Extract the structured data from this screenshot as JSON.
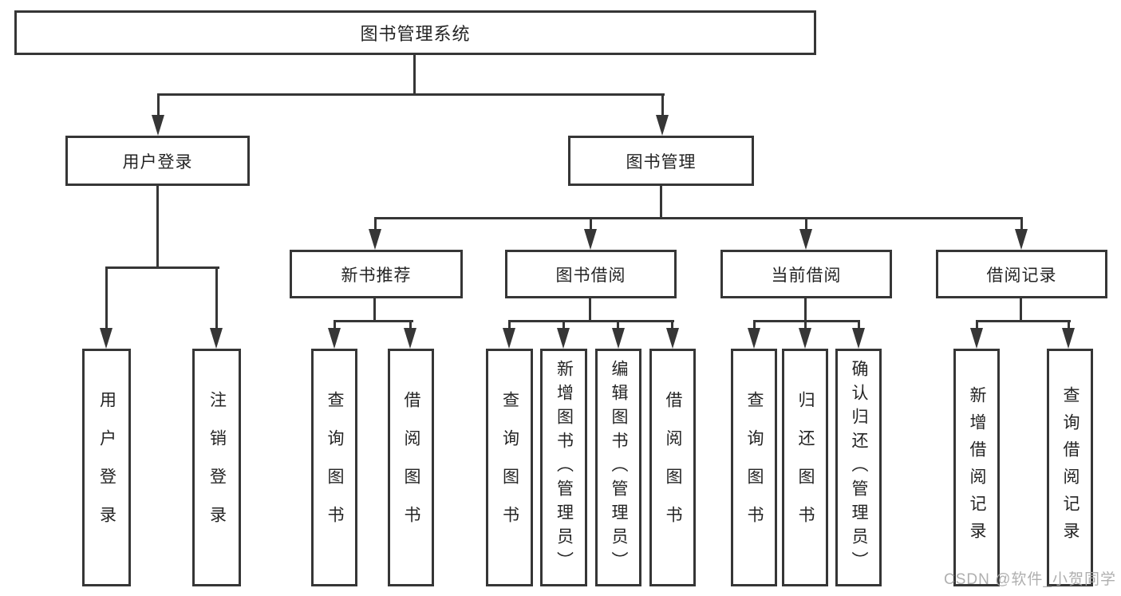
{
  "root": {
    "label": "图书管理系统"
  },
  "branches": {
    "user": {
      "label": "用户登录",
      "children": [
        "用户登录",
        "注销登录"
      ]
    },
    "books": {
      "label": "图书管理"
    }
  },
  "sections": [
    {
      "label": "新书推荐",
      "children": [
        "查询图书",
        "借阅图书"
      ]
    },
    {
      "label": "图书借阅",
      "children": [
        "查询图书",
        "新增图书（管理员）",
        "编辑图书（管理员）",
        "借阅图书"
      ]
    },
    {
      "label": "当前借阅",
      "children": [
        "查询图书",
        "归还图书",
        "确认归还（管理员）"
      ]
    },
    {
      "label": "借阅记录",
      "children": [
        "新增借阅记录",
        "查询借阅记录"
      ]
    }
  ],
  "watermark": "CSDN @软件_小贺同学",
  "colors": {
    "line": "#363636",
    "text": "#242424",
    "watermark": "#a8a8a8",
    "background": "#ffffff"
  }
}
